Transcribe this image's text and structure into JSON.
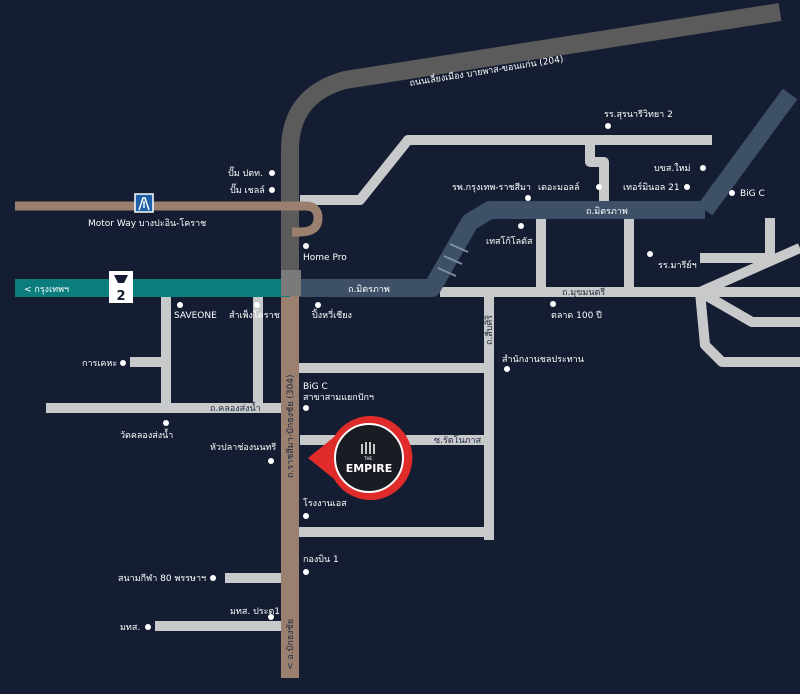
{
  "roads": {
    "top_highway": "ถนนเลี่ยงเมือง บายพาส-ขอนแก่น (204)",
    "motorway": "Motor Way บางปะอิน-โคราช",
    "to_bangkok": "< กรุงเทพฯ",
    "route2": "2",
    "mittraphap_left": "ถ.มิตรภาพ",
    "mittraphap_right": "ถ.มิตรภาพ",
    "ratchasima": "ถ.ราชสีมา-ปักธงชัย (304)",
    "pak_thong_chai": "< อ.ปักธงชัย",
    "khlong_song_nam": "ถ.คลองส่งน้ำ",
    "ratchanakas": "ซ.รัตโนภาส",
    "sinthorn": "ถ.สืบศิริ",
    "mukmontri": "ถ.มุขมนตรี"
  },
  "places": {
    "suranari_school": "รร.สุรนารีวิทยา 2",
    "ptt": "ปั๊ม ปตท.",
    "shell": "ปั๊ม เชลล์",
    "bangkok_hospital": "รพ.กรุงเทพ-ราชสีมา",
    "the_mall": "เดอะมอลล์",
    "bor_kor_sor": "บขส.ใหม่",
    "terminal21": "เทอร์มินอล 21",
    "bigc_right": "BiG C",
    "home_pro": "Home Pro",
    "tesco": "เทสโก้โลตัส",
    "marie": "รร.มารีย์ฯ",
    "saveone": "SAVEONE",
    "sam_phueng": "สำเพ็งโคราช",
    "ping_huai": "ปิ้งหวี่เชียง",
    "talad100": "ตลาด 100 ปี",
    "irrigation": "สำนักงานชลประทาน",
    "kan_kheha": "การเคหะ",
    "bigc_sam_yaek": "BiG C\nสาขาสามแยกปักฯ",
    "wat_khlong": "วัดคลองส่งน้ำ",
    "hua_pla": "หัวปลาช่องนนทรี",
    "rongngan": "โรงงานเอส",
    "kong_bin": "กองบิน 1",
    "stadium": "สนามกีฬา 80 พรรษาฯ",
    "mtso_gate1": "มทส. ประตู1",
    "mtso": "มทส."
  },
  "project": {
    "logo_word": "EMPIRE",
    "logo_small": "THE"
  },
  "colors": {
    "background": "#141d31",
    "road_light": "#c8c9ca",
    "road_dark_blue": "#3d5068",
    "highway_gray": "#5b5b5b",
    "motorway_brown": "#9b8070",
    "teal": "#0c7d7d",
    "accent_red": "#e02b2b"
  },
  "icons": [
    "motorway-icon",
    "route-shield-icon",
    "project-pin-icon"
  ]
}
